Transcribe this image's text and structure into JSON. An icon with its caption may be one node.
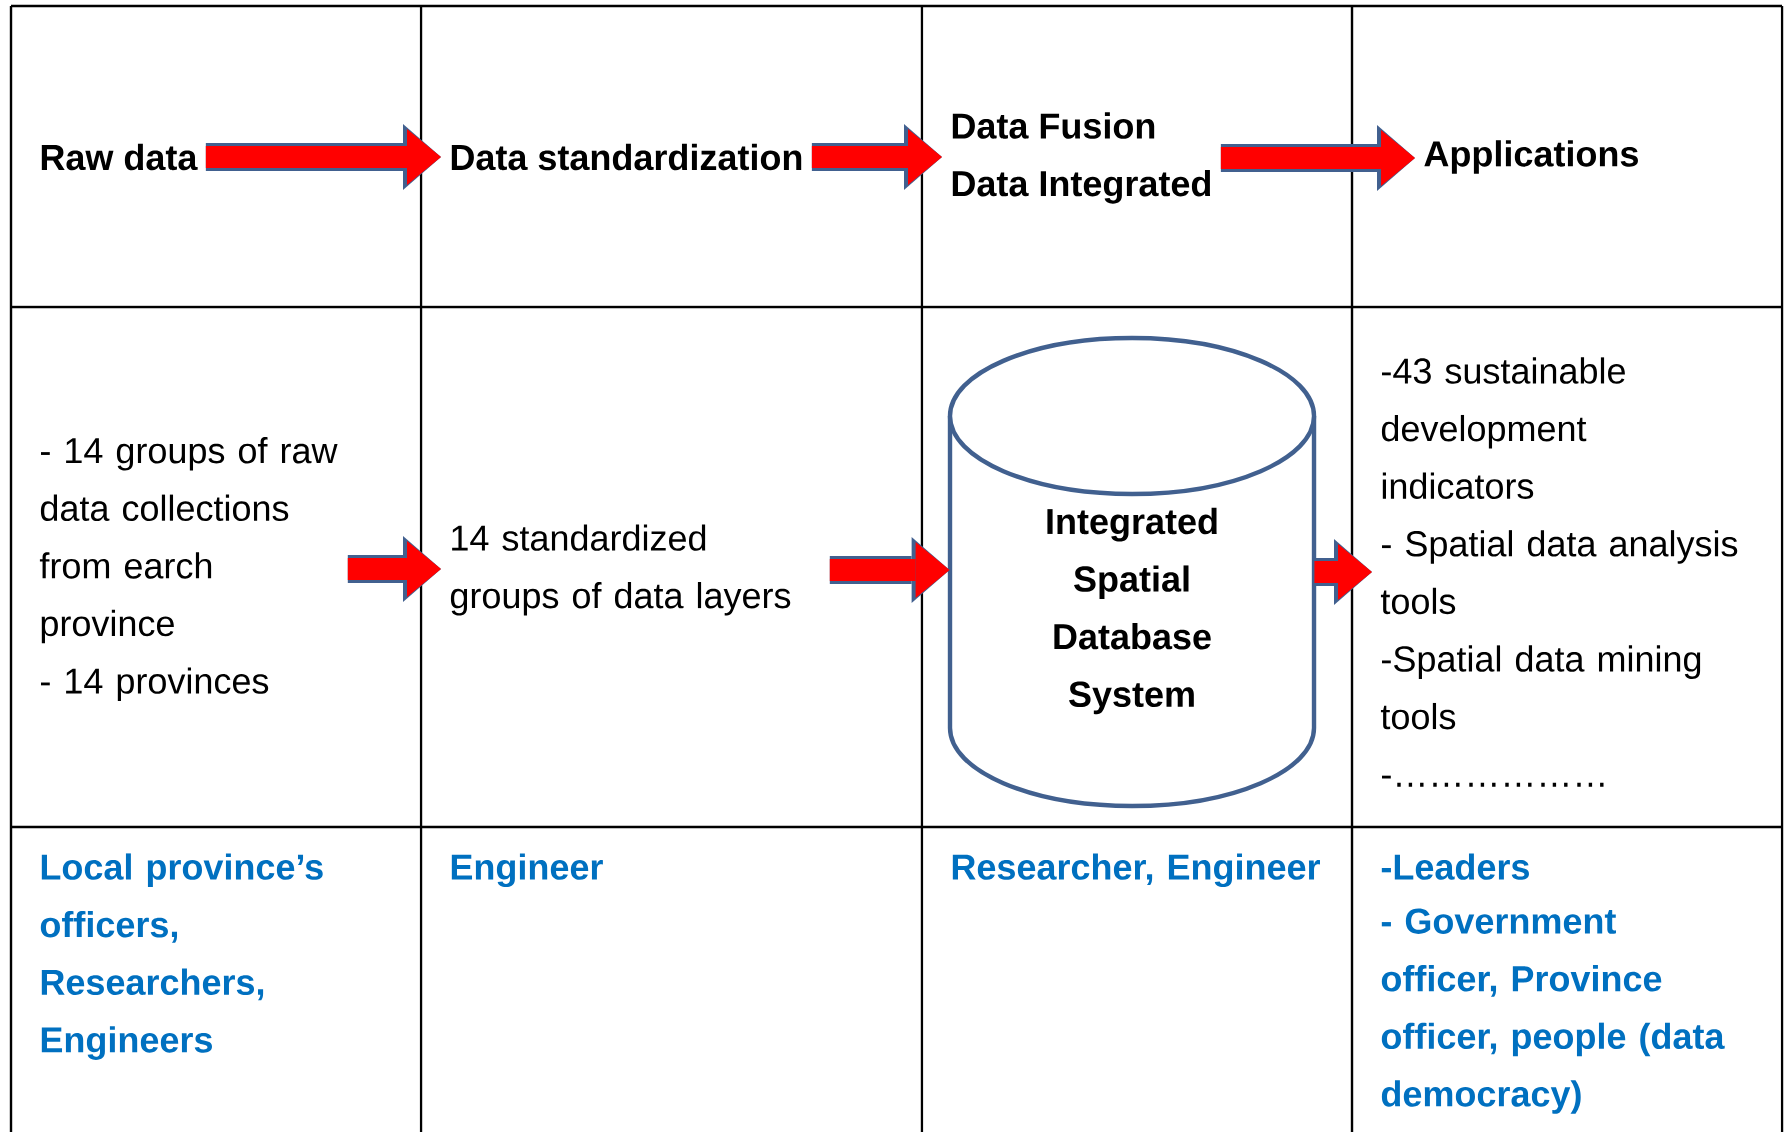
{
  "diagram": {
    "nodes": [
      {
        "text": [
          "Raw data"
        ]
      },
      {
        "text": [
          "Data standardization"
        ]
      },
      {
        "text": [
          "Data Fusion",
          "Data Integrated"
        ]
      },
      {
        "text": [
          "Applications"
        ]
      },
      {
        "text": [
          "- 14 groups of raw data collections from earch province",
          "- 14 provinces"
        ]
      },
      {
        "text": [
          "14 standardized groups of data layers"
        ]
      },
      {
        "text": [
          "Integrated Spatial Database System"
        ]
      },
      {
        "text": [
          "-43 sustainable development indicators",
          "- Spatial data analysis tools",
          "-Spatial data mining tools",
          "-………………"
        ]
      }
    ],
    "edges": [
      {
        "from": 0,
        "to": 1,
        "arrow": "to"
      },
      {
        "from": 1,
        "to": 2,
        "arrow": "to"
      },
      {
        "from": 2,
        "to": 3,
        "arrow": "to"
      },
      {
        "from": 4,
        "to": 5,
        "arrow": "to"
      },
      {
        "from": 5,
        "to": 6,
        "arrow": "to"
      },
      {
        "from": 6,
        "to": 7,
        "arrow": "to"
      }
    ],
    "labels": [
      "Local province’s officers, Researchers, Engineers",
      "Engineer",
      "Researcher, Engineer",
      "-Leaders",
      "- Government officer, Province officer, people (data democracy)"
    ]
  }
}
